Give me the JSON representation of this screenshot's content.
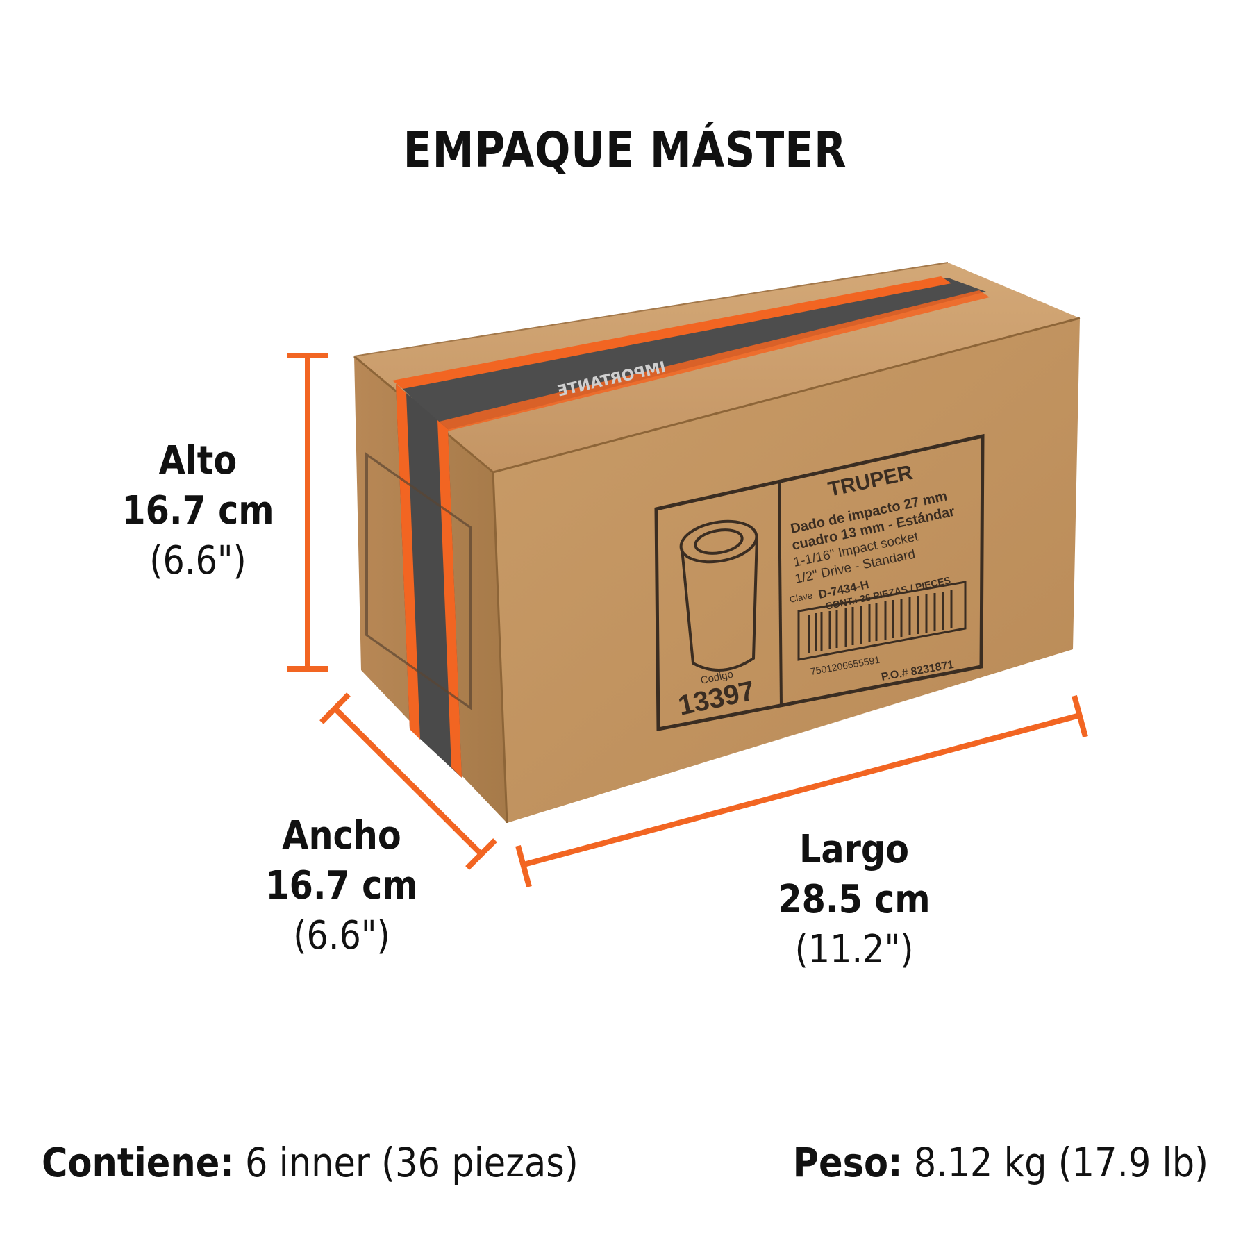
{
  "title": "EMPAQUE MÁSTER",
  "colors": {
    "accent": "#f26522",
    "cardboard": "#c79a66",
    "cardboard_dark": "#a97c4c",
    "print": "#3a2d22",
    "tape": "#4a4a4a"
  },
  "dimensions": {
    "alto": {
      "label": "Alto",
      "metric": "16.7 cm",
      "imperial": "(6.6\")"
    },
    "ancho": {
      "label": "Ancho",
      "metric": "16.7 cm",
      "imperial": "(6.6\")"
    },
    "largo": {
      "label": "Largo",
      "metric": "28.5 cm",
      "imperial": "(11.2\")"
    }
  },
  "footer": {
    "contiene_label": "Contiene:",
    "contiene_value": "6 inner (36 piezas)",
    "peso_label": "Peso:",
    "peso_value": "8.12 kg (17.9 lb)"
  },
  "box_label": {
    "brand": "TRUPER",
    "line1": "Dado de impacto 27 mm",
    "line2": "cuadro 13 mm - Estándar",
    "line3": "1-1/16\" Impact socket",
    "line4": "1/2\" Drive - Standard",
    "clave_label": "Clave",
    "clave": "D-7434-H",
    "cont": "CONT.: 36 PIEZAS / PIECES",
    "barcode_number": "7501206655591",
    "po": "P.O.# 8231871",
    "codigo_label": "Codigo",
    "codigo": "13397",
    "tape_text": "IMPORTANTE"
  }
}
